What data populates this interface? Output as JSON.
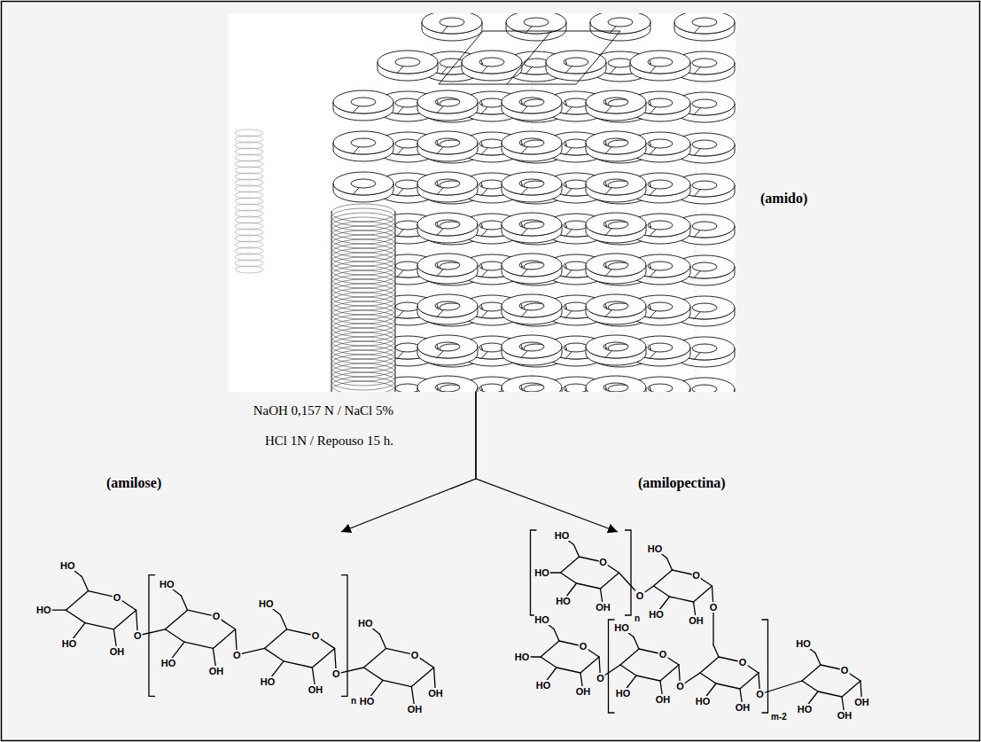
{
  "diagram": {
    "nodes": [
      {
        "text": [
          "(amido)"
        ]
      },
      {
        "text": [
          "(amilose)"
        ]
      },
      {
        "text": [
          "(amilopectina)"
        ]
      }
    ],
    "edges": [
      {
        "from": 0,
        "to": 1,
        "arrow": "to"
      },
      {
        "from": 0,
        "to": 2,
        "arrow": "to"
      }
    ],
    "labels": [
      "NaOH 0,157 N / NaCl 5%",
      "HCl 1N / Repouso 15 h.",
      "HO",
      "O",
      "HO",
      "HO",
      "OH",
      "O",
      "HO",
      "O",
      "HO",
      "OH",
      "O",
      "HO",
      "O",
      "HO",
      "OH",
      "O",
      "HO",
      "O",
      "HO",
      "OH",
      "OH",
      "n",
      "HO",
      "O",
      "HO",
      "HO",
      "OH",
      "O",
      "n",
      "HO",
      "O",
      "HO",
      "OH",
      "O",
      "HO",
      "O",
      "HO",
      "HO",
      "OH",
      "O",
      "HO",
      "O",
      "HO",
      "OH",
      "O",
      "O",
      "HO",
      "OH",
      "O",
      "HO",
      "O",
      "HO",
      "OH",
      "OH",
      "m-2"
    ]
  }
}
